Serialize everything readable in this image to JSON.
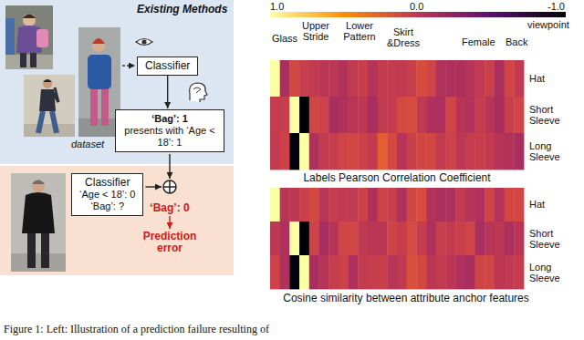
{
  "diagram": {
    "caption": "Figure 1: Left: Illustration of a prediction failure resulting of",
    "nodes": [
      {
        "text": [
          "Existing Methods",
          "dataset"
        ]
      },
      {
        "text": [
          "Classifier"
        ],
        "in": 0
      },
      {
        "text": [
          "‘Bag’: 1",
          "presents with ‘Age < 18’: 1"
        ],
        "in": 0
      },
      {
        "text": [
          "‘Bag’: 0",
          "Prediction error"
        ]
      },
      {
        "text": [
          "Classifier",
          "‘Age < 18’: 0",
          "‘Bag’: ?"
        ],
        "in": 3
      }
    ],
    "edges": [
      {
        "from": 1,
        "to": 2,
        "arrow": "to"
      }
    ],
    "labels": [
      "1.0",
      "0.0",
      "-1.0",
      "viewpoint",
      "Upper Stride",
      "Lower Pattern",
      "Glass",
      "Skirt &Dress",
      "Female",
      "Back",
      "Hat",
      "Short Sleeve",
      "Long Sleeve",
      "Labels Pearson Correlation Coefficient",
      "Hat",
      "Short Sleeve",
      "Long Sleeve",
      "Cosine similarity between attribute anchor features"
    ]
  }
}
